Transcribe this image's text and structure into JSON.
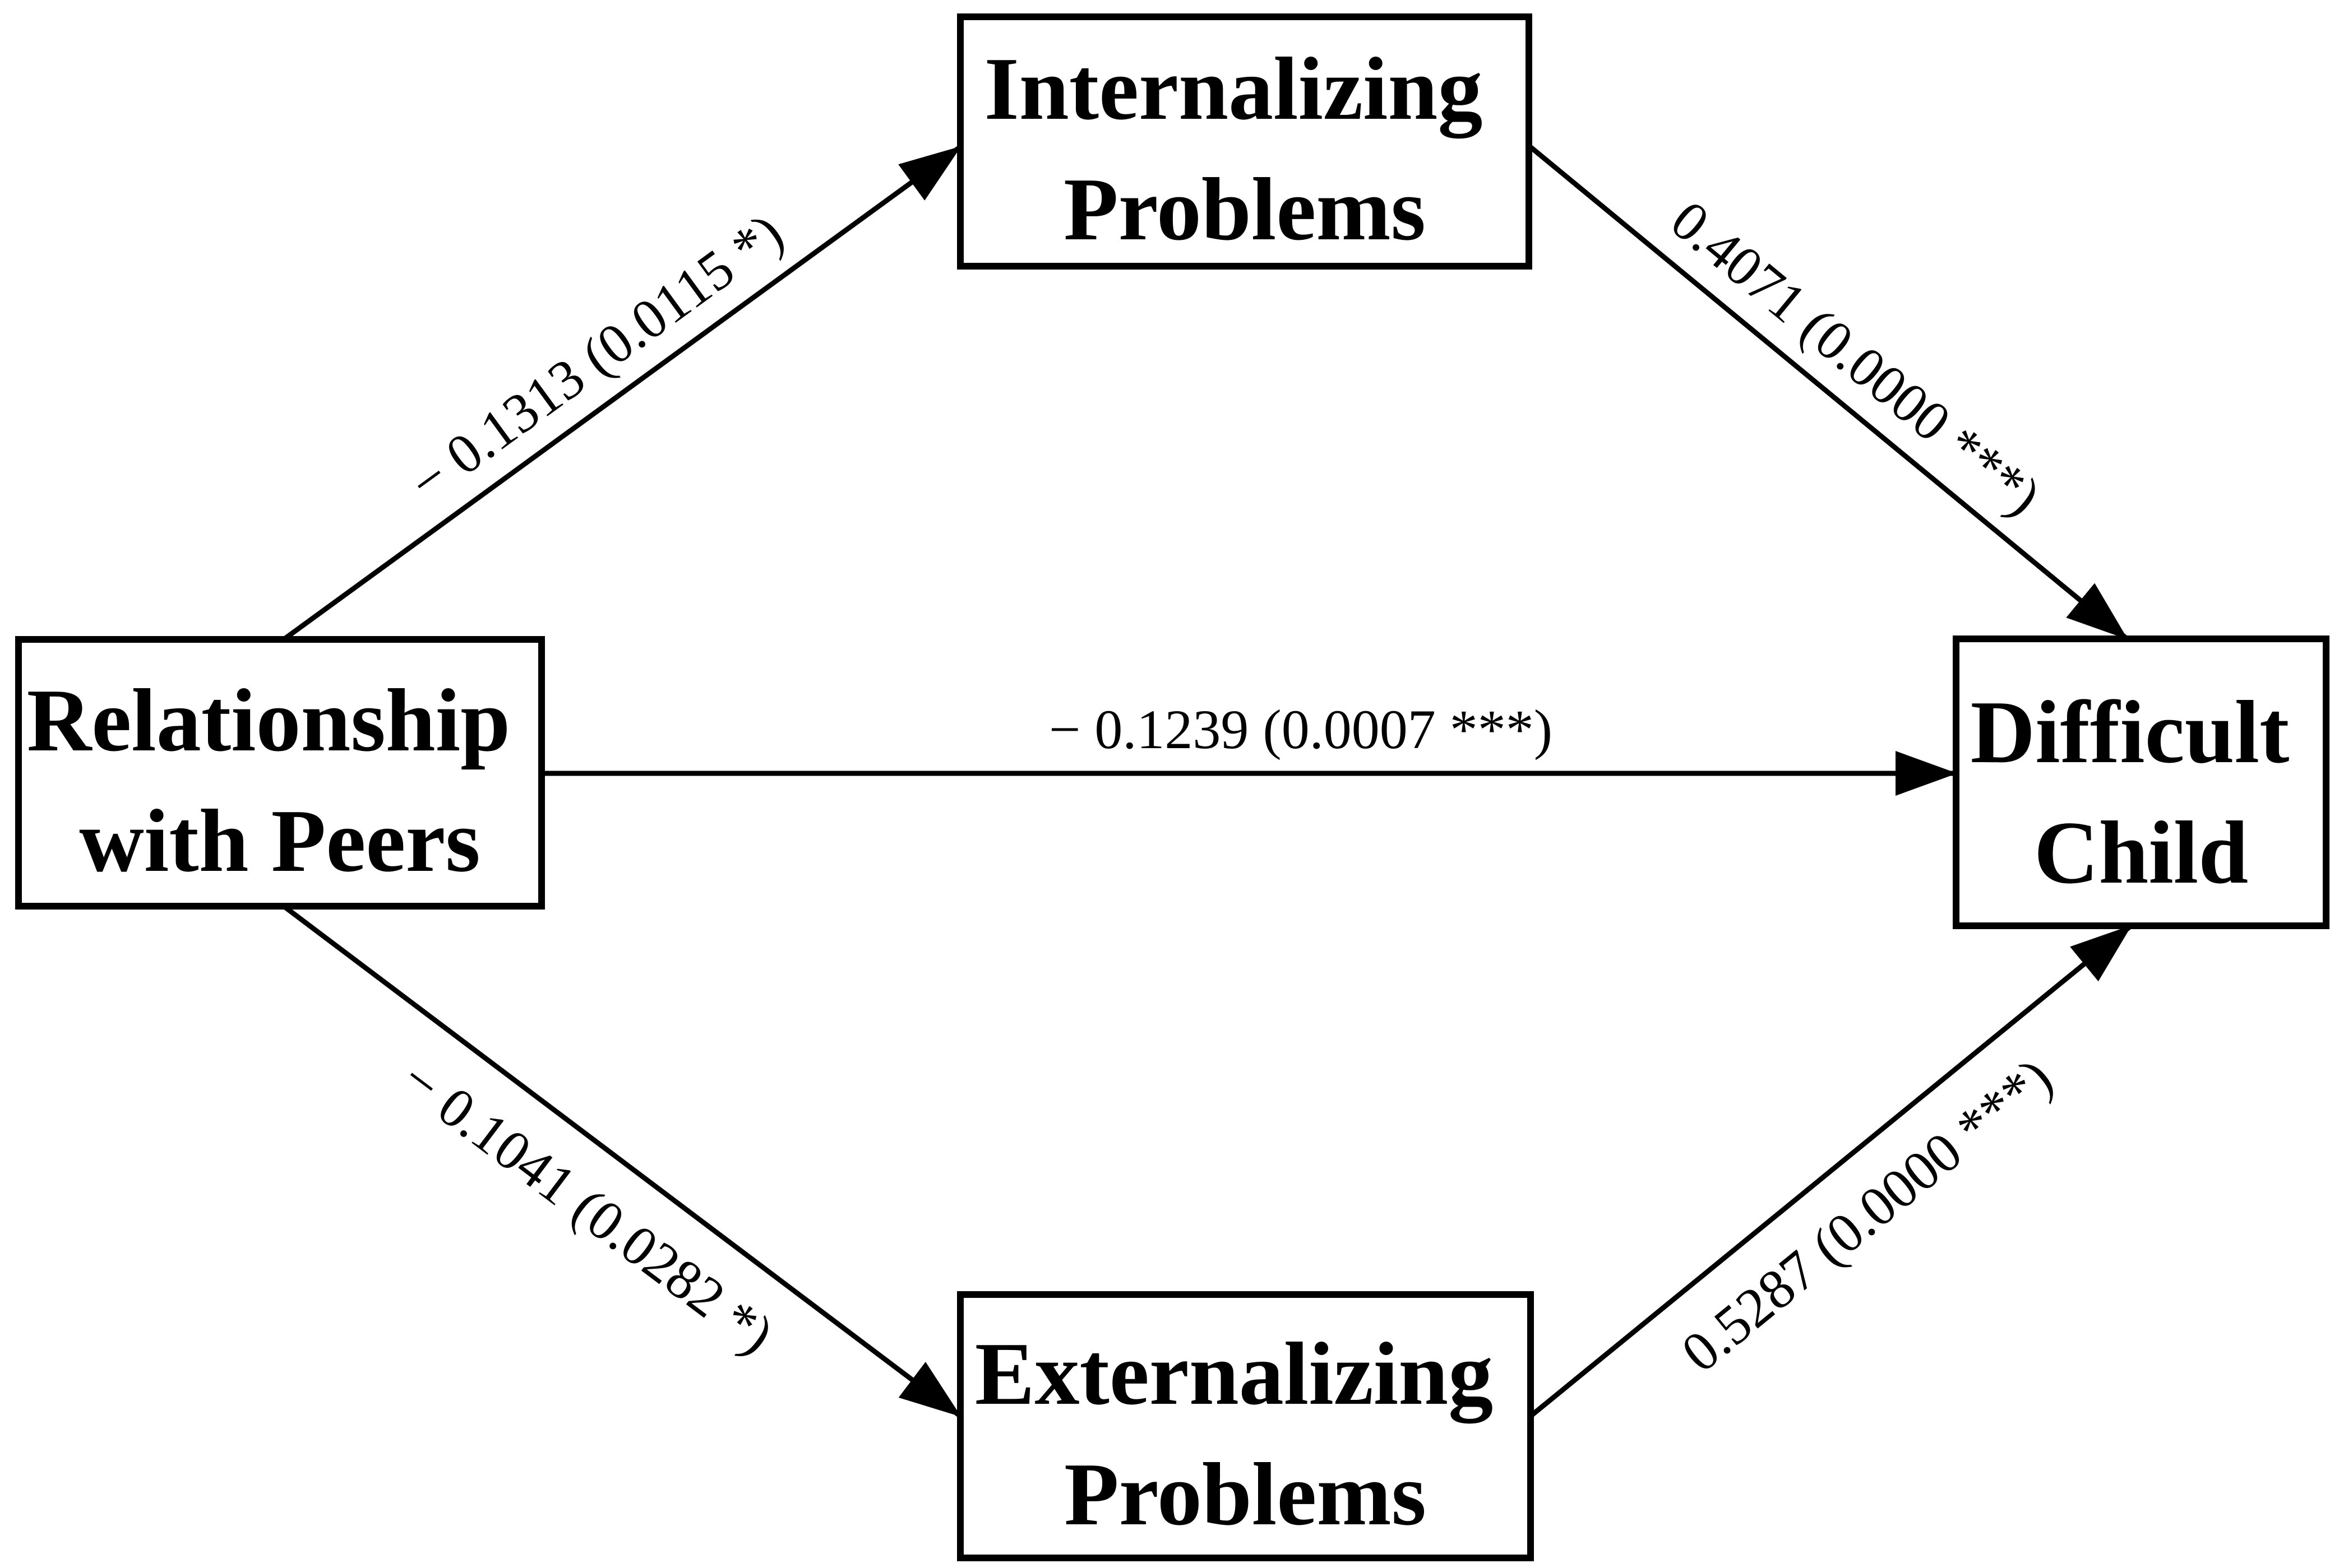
{
  "diagram": {
    "type": "mediation-path-diagram",
    "colors": {
      "ink": "#000000",
      "background": "#ffffff"
    },
    "nodes": {
      "predictor": {
        "line1": "Relationship",
        "line2": "with Peers"
      },
      "mediator_top": {
        "line1": "Internalizing",
        "line2": "Problems"
      },
      "mediator_bottom": {
        "line1": "Externalizing",
        "line2": "Problems"
      },
      "outcome": {
        "line1": "Difficult",
        "line2": "Child"
      }
    },
    "paths": {
      "peers_to_internalizing": {
        "coefficient": "− 0.1313",
        "p_value": "0.0115",
        "significance": "*",
        "label": "− 0.1313 (0.0115 *)"
      },
      "internalizing_to_difficult": {
        "coefficient": "0.4071",
        "p_value": "0.0000",
        "significance": "***",
        "label": "0.4071 (0.0000 ***)"
      },
      "peers_to_difficult": {
        "coefficient": "− 0.1239",
        "p_value": "0.0007",
        "significance": "***",
        "label": "− 0.1239 (0.0007 ***)"
      },
      "peers_to_externalizing": {
        "coefficient": "− 0.1041",
        "p_value": "0.0282",
        "significance": "*",
        "label": "− 0.1041 (0.0282 *)"
      },
      "externalizing_to_difficult": {
        "coefficient": "0.5287",
        "p_value": "0.0000",
        "significance": "***",
        "label": "0.5287 (0.0000 ***)"
      }
    }
  }
}
